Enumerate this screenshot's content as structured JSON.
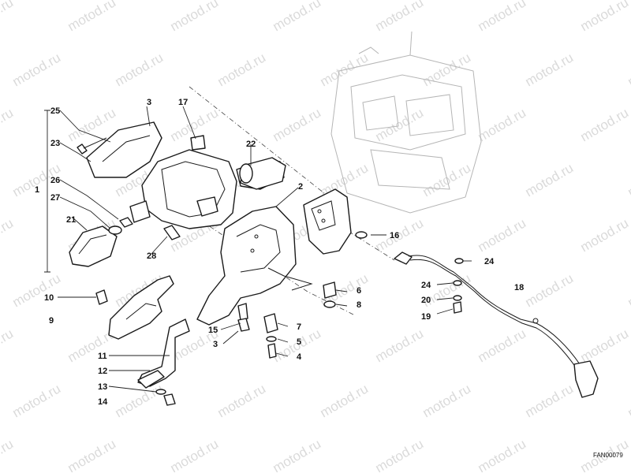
{
  "watermark": "motod.ru",
  "drawing_code": "FAN00079",
  "callouts": [
    "1",
    "2",
    "3",
    "3",
    "4",
    "5",
    "6",
    "7",
    "8",
    "9",
    "10",
    "11",
    "12",
    "13",
    "14",
    "15",
    "16",
    "17",
    "18",
    "19",
    "20",
    "21",
    "22",
    "23",
    "24",
    "24",
    "25",
    "26",
    "27",
    "28"
  ]
}
